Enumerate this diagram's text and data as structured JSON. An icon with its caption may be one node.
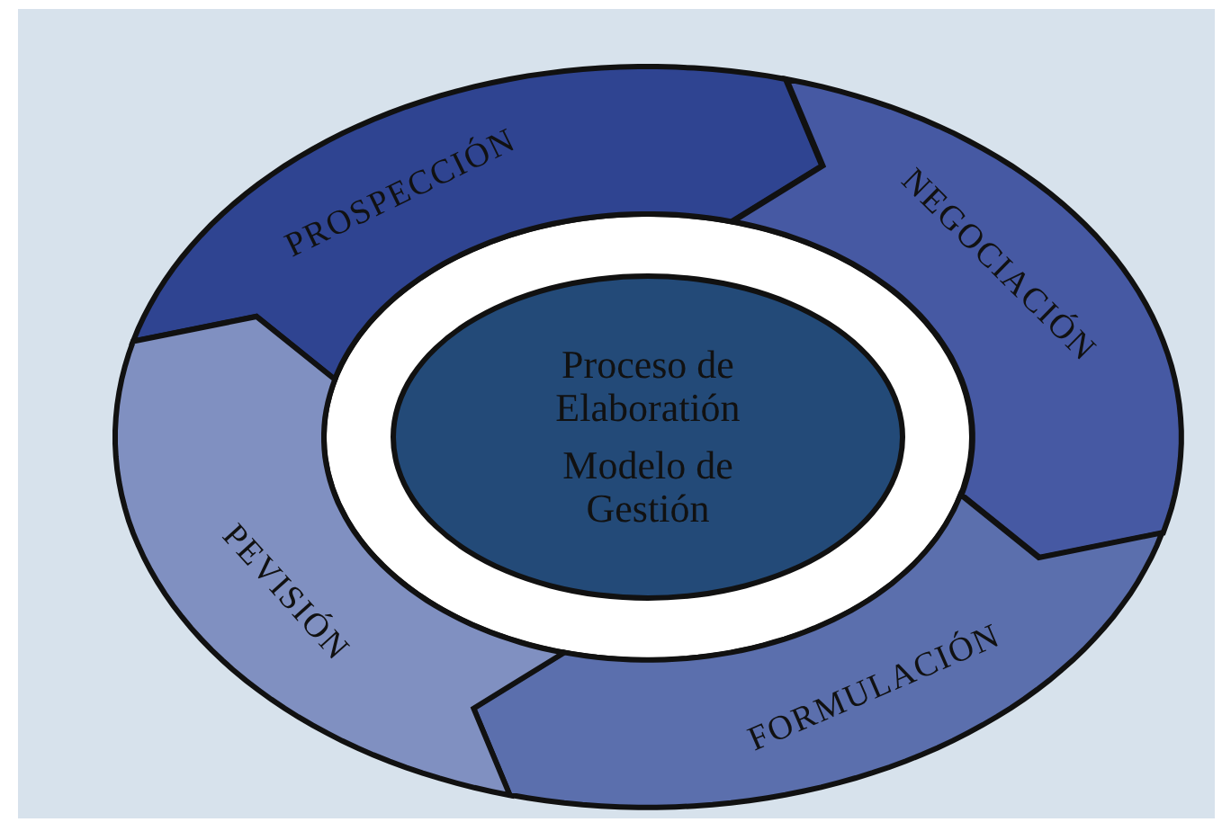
{
  "diagram": {
    "nodes": [
      {
        "text": [
          "PROSPECCIÓN"
        ]
      },
      {
        "text": [
          "NEGOCIACIÓN"
        ]
      },
      {
        "text": [
          "FORMULACIÓN"
        ]
      },
      {
        "text": [
          "PEVISIÓN"
        ]
      },
      {
        "text": [
          "Proceso de Elaboratión",
          "Modelo de Gestión"
        ]
      }
    ]
  }
}
